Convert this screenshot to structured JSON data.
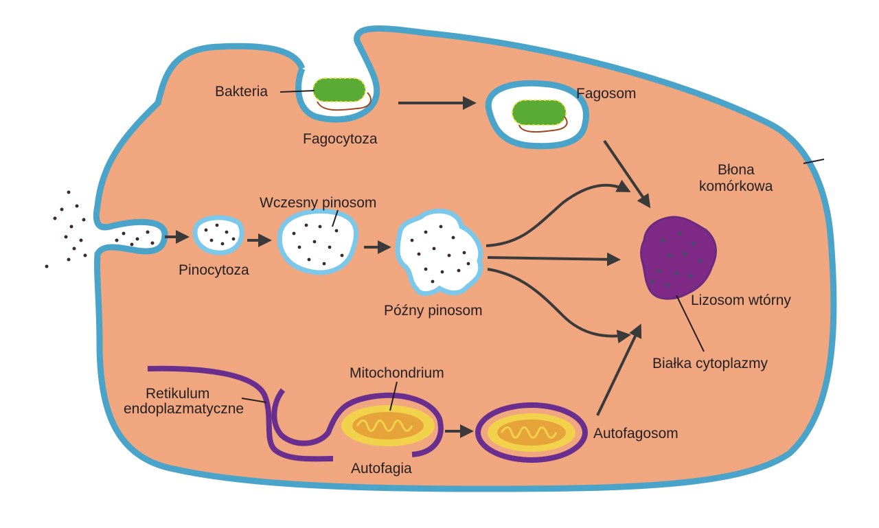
{
  "labels": {
    "bakteria": "Bakteria",
    "fagocytoza": "Fagocytoza",
    "fagosom": "Fagosom",
    "blona_line1": "Błona",
    "blona_line2": "komórkowa",
    "wczesny_pinosom": "Wczesny pinosom",
    "pinocytoza": "Pinocytoza",
    "pozny_pinosom": "Późny pinosom",
    "lizosom_wtorny": "Lizosom wtórny",
    "bialka_cytoplazmy": "Białka cytoplazmy",
    "mitochondrium": "Mitochondrium",
    "retikulum_line1": "Retikulum",
    "retikulum_line2": "endoplazmatyczne",
    "autofagia": "Autofagia",
    "autofagosom": "Autofagosom"
  },
  "colors": {
    "cytoplasm": "#f0a67f",
    "membrane": "#4aa3c8",
    "vesicle_fill": "#ffffff",
    "vesicle_border": "#7cc8ea",
    "bacterium": "#5aab35",
    "flagellum": "#a0461e",
    "lysosome": "#7e2a86",
    "er": "#6a2f8e",
    "mitochondrion_outer": "#f3d24b",
    "mitochondrion_inner": "#e6a33a",
    "arrow": "#3a3a3a",
    "text": "#231f20"
  }
}
